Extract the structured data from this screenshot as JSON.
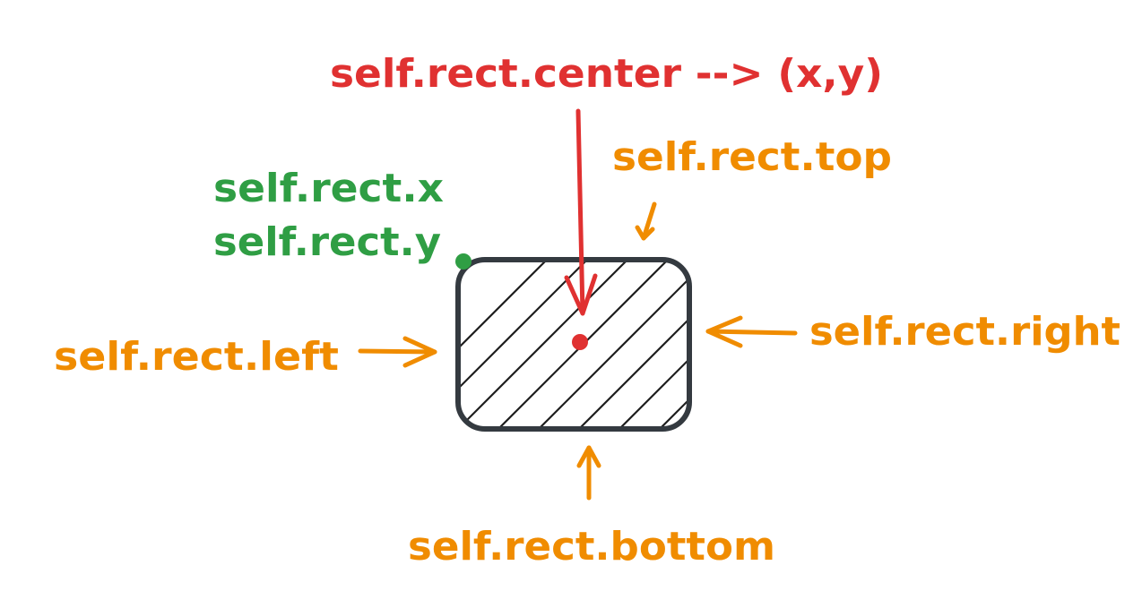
{
  "labels": {
    "center": "self.rect.center --> (x,y)",
    "top": "self.rect.top",
    "x": "self.rect.x",
    "y": "self.rect.y",
    "left": "self.rect.left",
    "right": "self.rect.right",
    "bottom": "self.rect.bottom"
  },
  "colors": {
    "red": "#e03131",
    "orange": "#f08c00",
    "green": "#2f9e44",
    "stroke": "#343a40"
  }
}
